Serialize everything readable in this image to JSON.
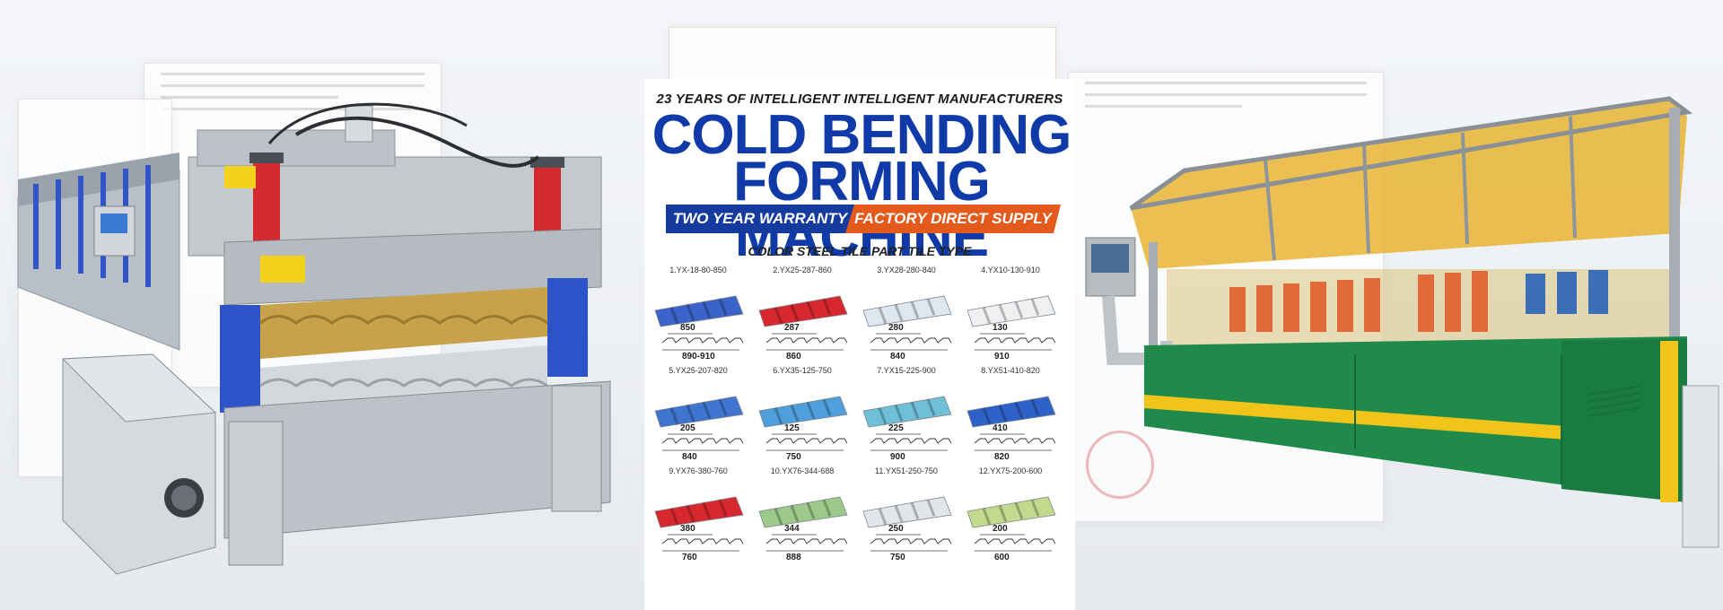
{
  "banner": {
    "tagline": "23 YEARS OF INTELLIGENT INTELLIGENT MANUFACTURERS",
    "title_line1": "COLD BENDING",
    "title_line2": "FORMING MACHINE",
    "warranty_label": "TWO YEAR WARRANTY",
    "supply_label": "FACTORY DIRECT SUPPLY",
    "section_heading": "COLOR STEEL TILE PART TILE TYPE"
  },
  "colors": {
    "title_blue": "#0f3aa8",
    "ribbon_blue": "#153b9f",
    "ribbon_orange": "#e35a1c",
    "machine_green": "#1f8a4a",
    "machine_gray": "#c9cdd1"
  },
  "tiles": [
    {
      "label": "1.YX-18-80-850",
      "top_dim": "850",
      "bottom_dim": "890-910",
      "color": "#3b63c9"
    },
    {
      "label": "2.YX25-287-860",
      "top_dim": "287",
      "bottom_dim": "860",
      "color": "#d8282f"
    },
    {
      "label": "3.YX28-280-840",
      "top_dim": "280",
      "bottom_dim": "840",
      "color": "#dfe8ee"
    },
    {
      "label": "4.YX10-130-910",
      "top_dim": "130",
      "bottom_dim": "910",
      "color": "#eef0f2"
    },
    {
      "label": "5.YX25-207-820",
      "top_dim": "205",
      "bottom_dim": "840",
      "color": "#3f74cf"
    },
    {
      "label": "6.YX35-125-750",
      "top_dim": "125",
      "bottom_dim": "750",
      "color": "#4f9fdc"
    },
    {
      "label": "7.YX15-225-900",
      "top_dim": "225",
      "bottom_dim": "900",
      "color": "#6fbfd8"
    },
    {
      "label": "8.YX51-410-820",
      "top_dim": "410",
      "bottom_dim": "820",
      "color": "#2f62c8"
    },
    {
      "label": "9.YX76-380-760",
      "top_dim": "380",
      "bottom_dim": "760",
      "color": "#d8282f"
    },
    {
      "label": "10.YX76-344-688",
      "top_dim": "344",
      "bottom_dim": "888",
      "color": "#9dc98a"
    },
    {
      "label": "11.YX51-250-750",
      "top_dim": "250",
      "bottom_dim": "750",
      "color": "#e2e6ea"
    },
    {
      "label": "12.YX75-200-600",
      "top_dim": "200",
      "bottom_dim": "600",
      "color": "#c2d98e"
    }
  ]
}
